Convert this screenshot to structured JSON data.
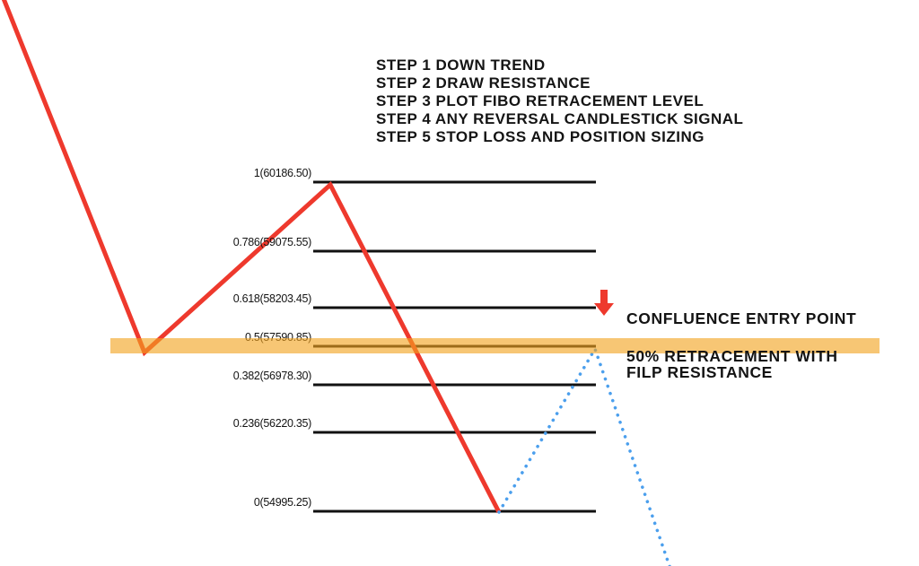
{
  "steps": [
    "STEP 1 DOWN TREND",
    "STEP 2 DRAW RESISTANCE",
    "STEP 3 PLOT FIBO RETRACEMENT LEVEL",
    "STEP 4 ANY REVERSAL CANDLESTICK SIGNAL",
    "STEP 5 STOP LOSS AND POSITION SIZING"
  ],
  "fibo_levels": [
    {
      "ratio": "1",
      "price": "60186.50",
      "label": "1(60186.50)"
    },
    {
      "ratio": "0.786",
      "price": "59075.55",
      "label": "0.786(59075.55)"
    },
    {
      "ratio": "0.618",
      "price": "58203.45",
      "label": "0.618(58203.45)"
    },
    {
      "ratio": "0.5",
      "price": "57590.85",
      "label": "0.5(57590.85)"
    },
    {
      "ratio": "0.382",
      "price": "56978.30",
      "label": "0.382(56978.30)"
    },
    {
      "ratio": "0.236",
      "price": "56220.35",
      "label": "0.236(56220.35)"
    },
    {
      "ratio": "0",
      "price": "54995.25",
      "label": "0(54995.25)"
    }
  ],
  "annotations": {
    "entry_point": "CONFLUENCE ENTRY POINT",
    "retracement_line1": "50% RETRACEMENT WITH",
    "retracement_line2": "FILP RESISTANCE"
  },
  "icons": {
    "entry_arrow": "red-down-arrow"
  },
  "colors": {
    "trend_red": "#EE392D",
    "projection_blue": "#4B9FED",
    "highlight_orange": "#F2A31E",
    "level_black": "#111111"
  }
}
